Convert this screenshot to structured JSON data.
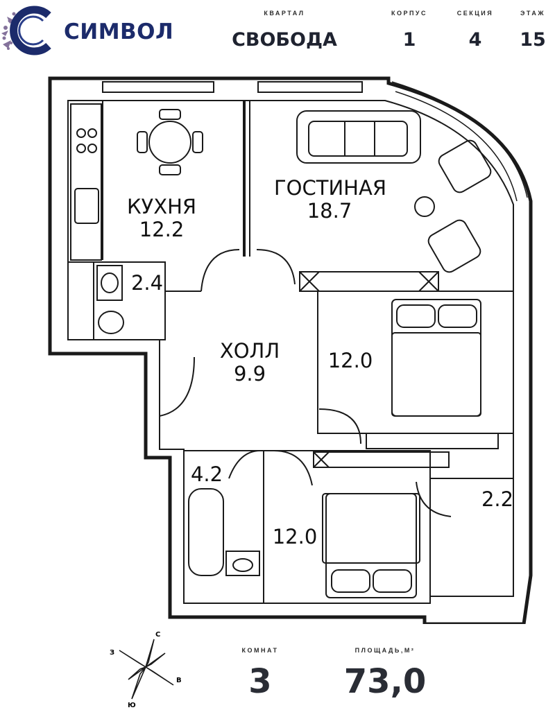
{
  "brand": {
    "name": "СИМВОЛ"
  },
  "header": {
    "fields": [
      {
        "label": "КВАРТАЛ",
        "value": "СВОБОДА"
      },
      {
        "label": "КОРПУС",
        "value": "1"
      },
      {
        "label": "СЕКЦИЯ",
        "value": "4"
      },
      {
        "label": "ЭТАЖ",
        "value": "15"
      }
    ]
  },
  "rooms": [
    {
      "name": "КУХНЯ",
      "area": "12.2"
    },
    {
      "name": "ГОСТИНАЯ",
      "area": "18.7"
    },
    {
      "name": "ХОЛЛ",
      "area": "9.9"
    },
    {
      "name": "",
      "area": "2.4"
    },
    {
      "name": "",
      "area": "12.0"
    },
    {
      "name": "",
      "area": "4.2"
    },
    {
      "name": "",
      "area": "12.0"
    },
    {
      "name": "",
      "area": "2.2"
    }
  ],
  "footer": {
    "rooms_label": "КОМНАТ",
    "rooms_value": "3",
    "area_label": "ПЛОЩАДЬ,М²",
    "area_value": "73,0"
  },
  "compass": {
    "n": "С",
    "s": "Ю",
    "e": "В",
    "w": "З"
  },
  "colors": {
    "brand": "#1c2b6b",
    "wall": "#1a1a1a",
    "text": "#1f2330"
  }
}
